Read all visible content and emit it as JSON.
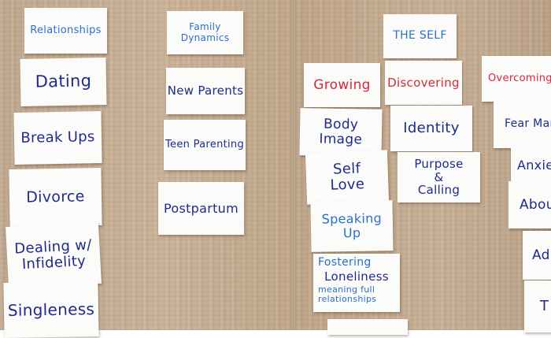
{
  "cards": {
    "relationships": "Relationships",
    "dating": "Dating",
    "break_ups": "Break Ups",
    "divorce": "Divorce",
    "dealing_w_infidelity": "Dealing w/ Infidelity",
    "singleness": "Singleness",
    "family_dynamics": "Family Dynamics",
    "new_parents": "New Parents",
    "teen_parenting": "Teen Parenting",
    "postpartum": "Postpartum",
    "the_self": "THE SELF",
    "growing": "Growing",
    "discovering": "Discovering",
    "overcoming": "Overcoming",
    "body_image": "Body Image",
    "identity": "Identity",
    "fear_management": "Fear Management",
    "self_love": "Self Love",
    "purpose_calling": "Purpose & Calling",
    "anxiety_partial": "Anxie",
    "speaking_up": "Speaking Up",
    "abou_partial": "Abou",
    "fostering": "Fostering",
    "loneliness": "Loneliness",
    "meaningful_relationships": "meaning full relationships",
    "adc_partial": "Ad",
    "t_partial": "T"
  },
  "colors": {
    "ink_navy": "#1f2a8c",
    "ink_blue": "#2a6fc9",
    "ink_red": "#d6283b",
    "card": "#fbfbfa"
  }
}
